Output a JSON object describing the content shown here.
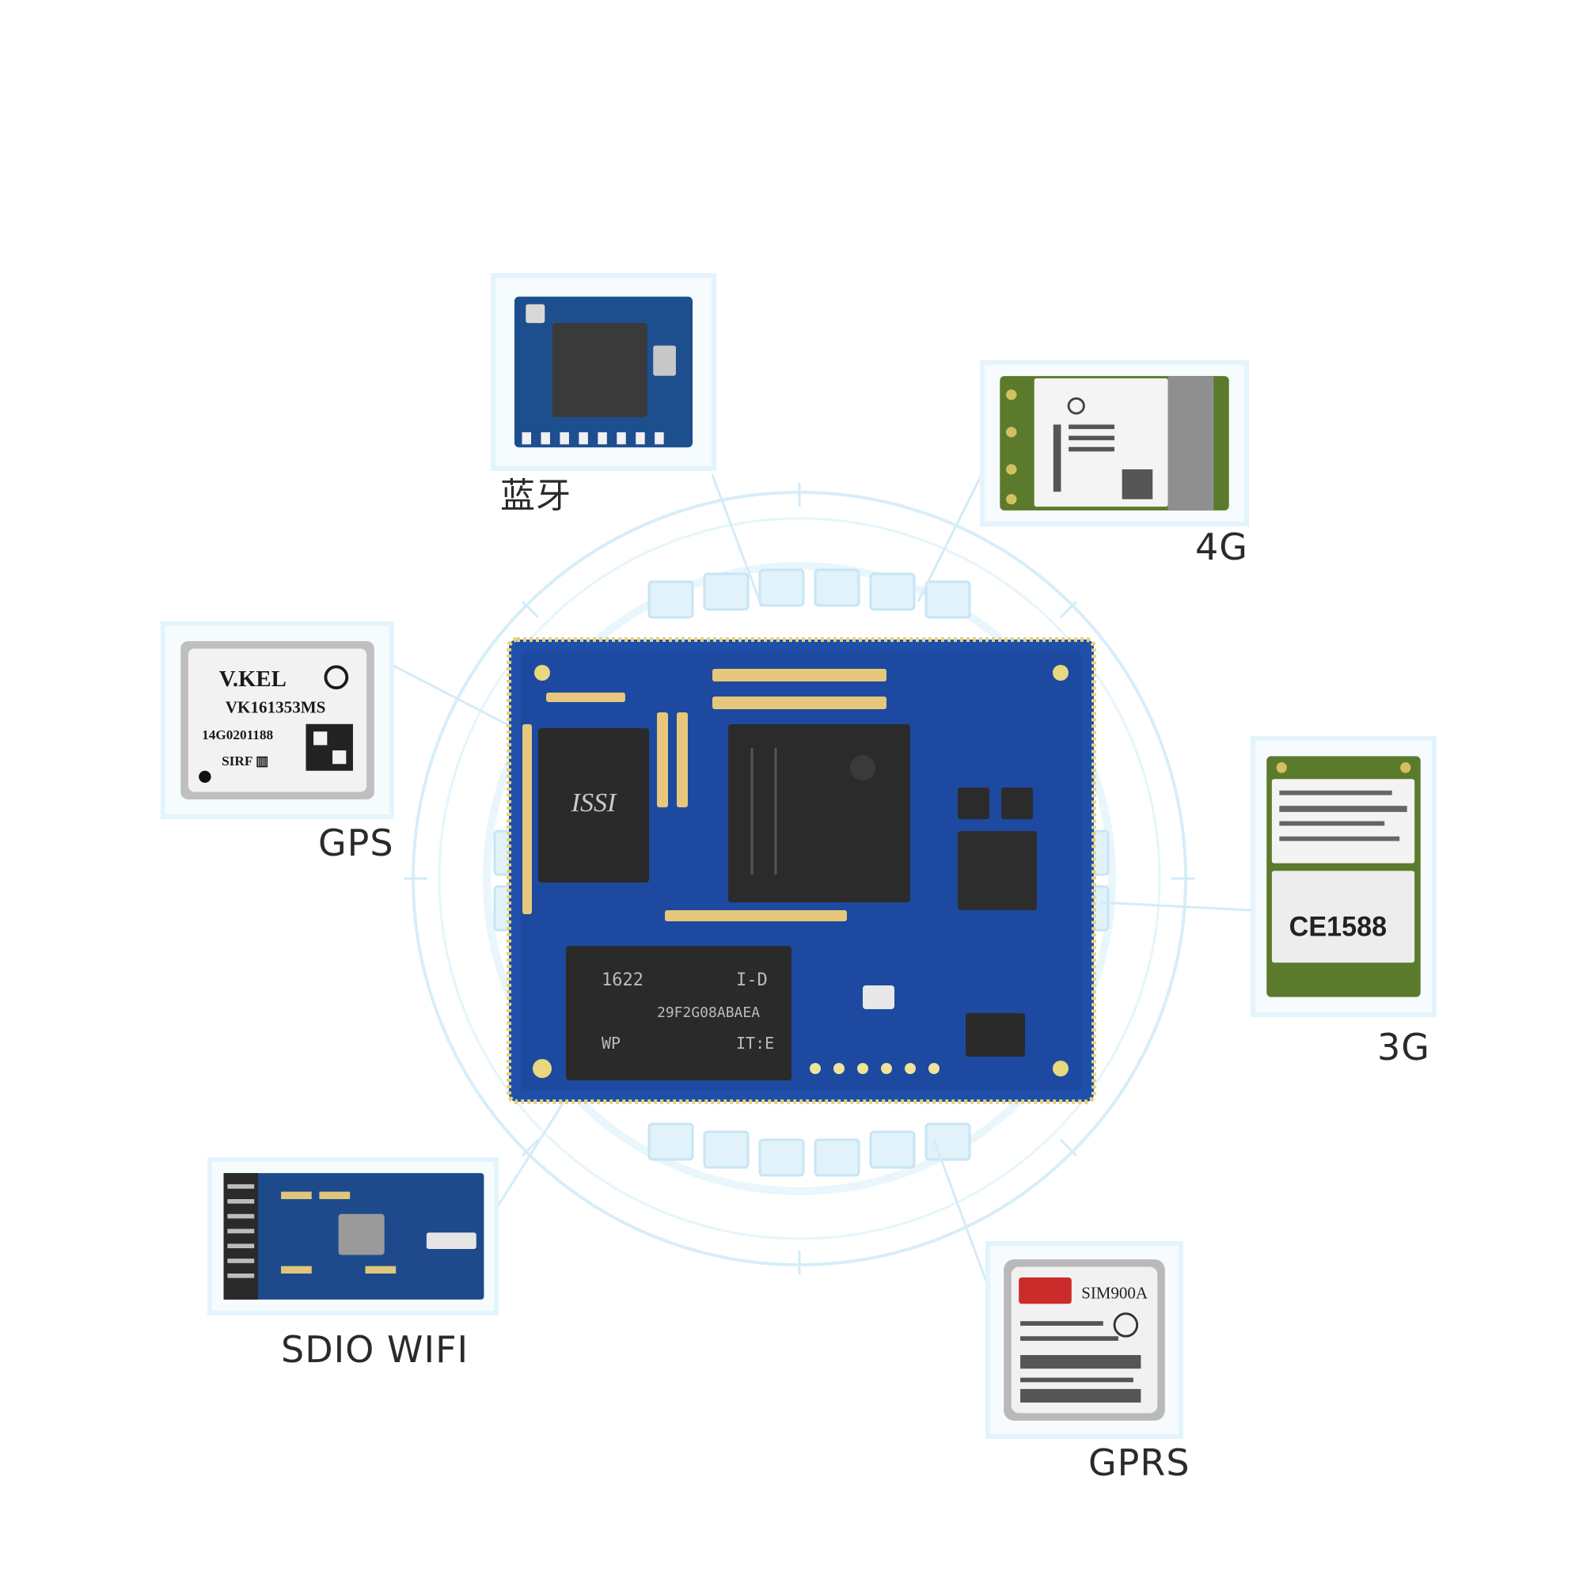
{
  "modules": {
    "bluetooth": {
      "label": "蓝牙"
    },
    "lte": {
      "label": "4G"
    },
    "gps": {
      "label": "GPS",
      "chip_brand": "V.KEL",
      "chip_model": "VK161353MS",
      "chip_code": "14G0201188",
      "chip_vendor": "SIRF ▥"
    },
    "umts": {
      "label": "3G",
      "cert_text": "CE1588"
    },
    "wifi": {
      "label": "SDIO WIFI"
    },
    "gprs": {
      "label": "GPRS",
      "chip_model": "SIM900A"
    }
  },
  "core_board": {
    "ram_chip": "ISSI",
    "flash_code_1": "1622",
    "flash_code_2": "I-D",
    "flash_code_3": "29F2G08ABAEA",
    "flash_code_4": "WP",
    "flash_code_5": "IT:E"
  },
  "colors": {
    "ring": "#cfe9f7",
    "pcb": "#1f4fa8",
    "pcb_dark": "#163a82",
    "chip": "#2a2a2a"
  }
}
